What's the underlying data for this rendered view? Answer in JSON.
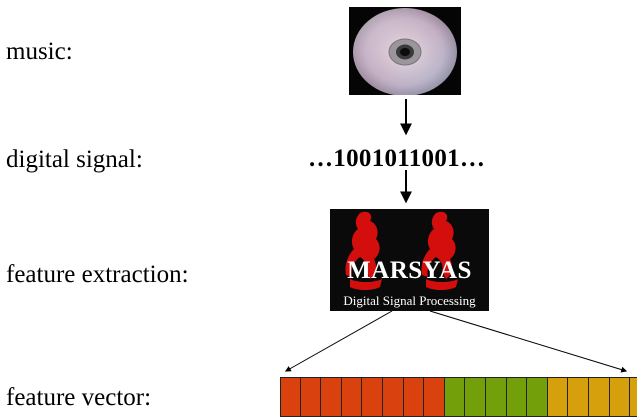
{
  "labels": {
    "music": "music:",
    "digital_signal": "digital signal:",
    "feature_extraction": "feature extraction:",
    "feature_vector": "feature vector:"
  },
  "signal_text": "…1001011001…",
  "logo": {
    "title": "MARSYAS",
    "subtitle": "Digital Signal Processing"
  },
  "icons": {
    "cd": "cd-disc-icon"
  },
  "colors": {
    "logo_figures": "#d40d0d",
    "vector_groups": [
      "#d9410f",
      "#73a00a",
      "#d6a00c"
    ]
  },
  "feature_vector": {
    "cells": [
      {
        "group": 0
      },
      {
        "group": 0
      },
      {
        "group": 0
      },
      {
        "group": 0
      },
      {
        "group": 0
      },
      {
        "group": 0
      },
      {
        "group": 0
      },
      {
        "group": 0
      },
      {
        "group": 1
      },
      {
        "group": 1
      },
      {
        "group": 1
      },
      {
        "group": 1
      },
      {
        "group": 1
      },
      {
        "group": 2
      },
      {
        "group": 2
      },
      {
        "group": 2
      },
      {
        "group": 2
      },
      {
        "group": 2
      }
    ]
  }
}
